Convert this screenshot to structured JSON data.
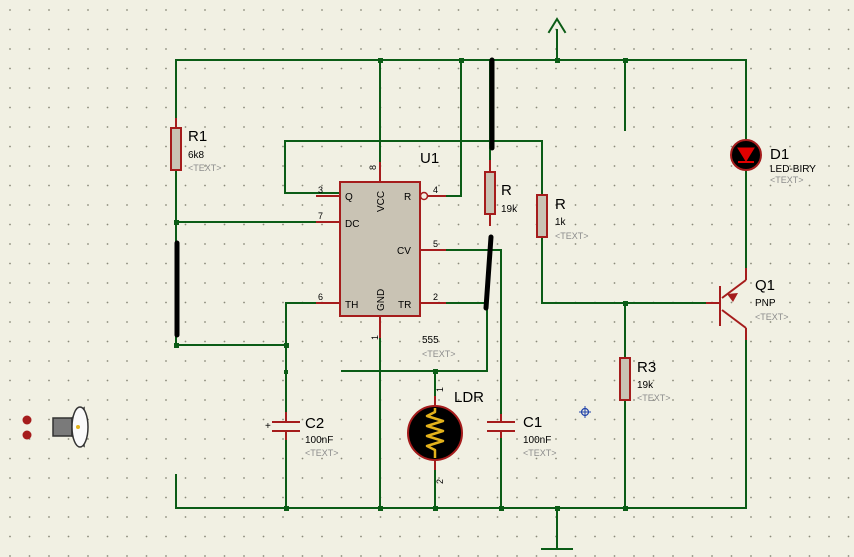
{
  "u1": {
    "ref": "U1",
    "value": "555",
    "text": "<TEXT>",
    "pins": {
      "q": "Q",
      "dc": "DC",
      "th": "TH",
      "vcc": "VCC",
      "gnd": "GND",
      "r": "R",
      "cv": "CV",
      "tr": "TR"
    },
    "pin_numbers": {
      "p1": "1",
      "p2": "2",
      "p3": "3",
      "p4": "4",
      "p5": "5",
      "p6": "6",
      "p7": "7",
      "p8": "8"
    }
  },
  "r1": {
    "ref": "R1",
    "value": "6k8",
    "text": "<TEXT>"
  },
  "r_a": {
    "ref": "R",
    "value": "19k"
  },
  "r_b": {
    "ref": "R",
    "value": "1k",
    "text": "<TEXT>"
  },
  "r3": {
    "ref": "R3",
    "value": "19k",
    "text": "<TEXT>"
  },
  "c1": {
    "ref": "C1",
    "value": "100nF",
    "text": "<TEXT>"
  },
  "c2": {
    "ref": "C2",
    "value": "100nF",
    "text": "<TEXT>"
  },
  "d1": {
    "ref": "D1",
    "value": "LED-BIRY",
    "text": "<TEXT>"
  },
  "q1": {
    "ref": "Q1",
    "value": "PNP",
    "text": "<TEXT>"
  },
  "ldr": {
    "ref": "LDR",
    "pin_top": "1",
    "pin_bottom": "2"
  },
  "colors": {
    "wire": "#0b5c16",
    "component": "#a51c1c",
    "chip_fill": "#c9c3b4",
    "background": "#f1f0e3",
    "led_glow": "#e00000",
    "ldr_trace": "#e3b21b"
  }
}
